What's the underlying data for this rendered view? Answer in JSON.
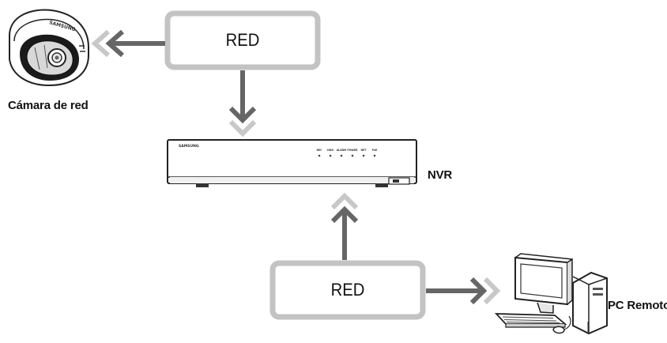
{
  "diagram": {
    "network_box_top": {
      "label": "RED"
    },
    "network_box_bottom": {
      "label": "RED"
    },
    "camera": {
      "label": "Cámara de red",
      "brand": "SAMSUNG"
    },
    "nvr": {
      "label": "NVR",
      "brand": "SAMSUNG",
      "front_indicators": [
        "REC",
        "HDD",
        "ALARM",
        "POWER",
        "NET",
        "PoE"
      ]
    },
    "pc": {
      "label": "PC Remoto"
    },
    "colors": {
      "box_border": "#c3c3c3",
      "arrow_dark": "#666666",
      "arrow_light": "#c8c8c8",
      "text": "#111111"
    }
  }
}
